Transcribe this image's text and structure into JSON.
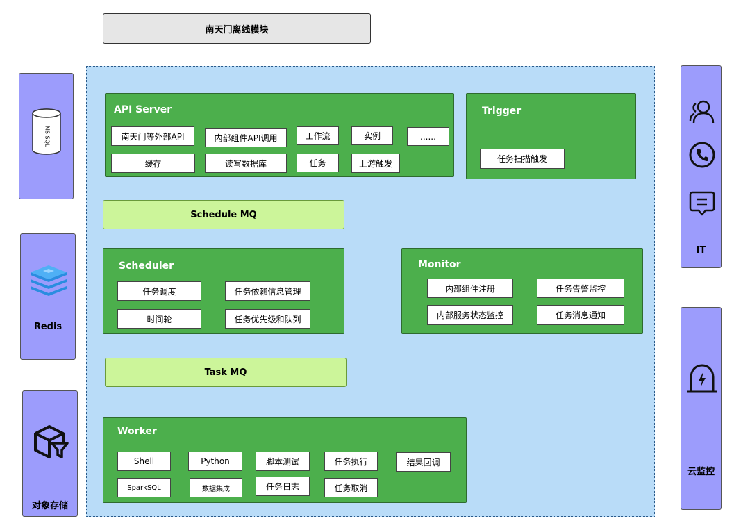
{
  "header": {
    "title": "南天门离线模块"
  },
  "api_server": {
    "title": "API Server",
    "items": [
      "南天门等外部API",
      "内部组件API调用",
      "工作流",
      "实例",
      "......",
      "缓存",
      "读写数据库",
      "任务",
      "上游触发"
    ]
  },
  "trigger": {
    "title": "Trigger",
    "items": [
      "任务扫描触发"
    ]
  },
  "schedule_mq": {
    "label": "Schedule MQ"
  },
  "scheduler": {
    "title": "Scheduler",
    "items": [
      "任务调度",
      "任务依赖信息管理",
      "时间轮",
      "任务优先级和队列"
    ]
  },
  "monitor": {
    "title": "Monitor",
    "items": [
      "内部组件注册",
      "任务告警监控",
      "内部服务状态监控",
      "任务消息通知"
    ]
  },
  "task_mq": {
    "label": "Task MQ"
  },
  "worker": {
    "title": "Worker",
    "items": [
      "Shell",
      "Python",
      "脚本测试",
      "任务执行",
      "结果回调",
      "SparkSQL",
      "数据集成",
      "任务日志",
      "任务取消"
    ]
  },
  "left_panels": {
    "mssql": {
      "icon": "database-icon",
      "icon_text": "MS SQL"
    },
    "redis": {
      "icon": "redis-icon",
      "label": "Redis"
    },
    "storage": {
      "icon": "box-icon",
      "label": "对象存储"
    }
  },
  "right_panels": {
    "it": {
      "icons": [
        "users-icon",
        "phone-icon",
        "message-icon"
      ],
      "label": "IT"
    },
    "cloud": {
      "icon": "alarm-icon",
      "label": "云监控"
    }
  },
  "colors": {
    "module_green": "#4caf4c",
    "mq_green": "#ccf59a",
    "side_purple": "#9c9cfc",
    "area_blue": "#b9dcf8"
  }
}
